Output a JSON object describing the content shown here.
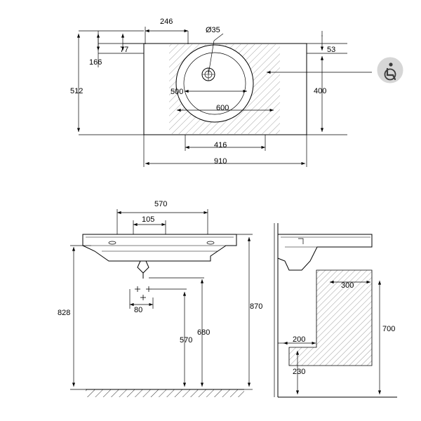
{
  "drawing": {
    "title": "Washbasin technical drawing",
    "units": "mm",
    "views": {
      "top": {
        "name": "top-view",
        "dimensions": {
          "d246": "246",
          "dia35": "Ø35",
          "d77": "77",
          "d166": "166",
          "d512": "512",
          "d500": "500",
          "d600": "600",
          "d416": "416",
          "d910": "910",
          "d53": "53",
          "d400": "400"
        },
        "icon": "wheelchair-accessible-icon"
      },
      "front": {
        "name": "front-view",
        "dimensions": {
          "d570_top": "570",
          "d105": "105",
          "d80": "80",
          "d828": "828",
          "d570_bottom": "570",
          "d680": "680",
          "d870": "870"
        }
      },
      "side": {
        "name": "side-view",
        "dimensions": {
          "d300": "300",
          "d200": "200",
          "d230": "230",
          "d700": "700"
        }
      }
    }
  },
  "colors": {
    "line": "#000000",
    "hatch": "#b4b4b4",
    "fill_light": "#e8e8e8",
    "icon_bg": "#d0d0d0"
  }
}
